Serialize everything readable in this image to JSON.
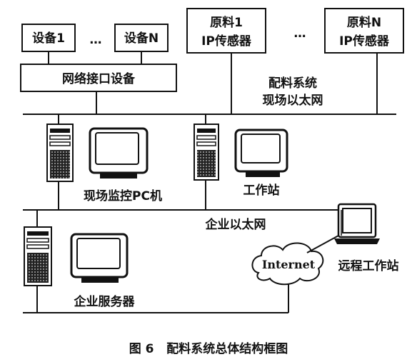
{
  "devices": {
    "device1": "设备1",
    "ellipsis_left": "…",
    "deviceN": "设备N",
    "network_interface": "网络接口设备"
  },
  "sensors": {
    "sensor1_line1": "原料1",
    "sensor1_line2": "IP传感器",
    "ellipsis": "…",
    "sensorN_line1": "原料N",
    "sensorN_line2": "IP传感器"
  },
  "networks": {
    "field_ethernet_line1": "配料系统",
    "field_ethernet_line2": "现场以太网",
    "enterprise_ethernet": "企业以太网",
    "internet": "Internet"
  },
  "nodes": {
    "monitor_pc": "现场监控PC机",
    "workstation": "工作站",
    "enterprise_server": "企业服务器",
    "remote_workstation": "远程工作站"
  },
  "caption": "图 6   配料系统总体结构框图"
}
